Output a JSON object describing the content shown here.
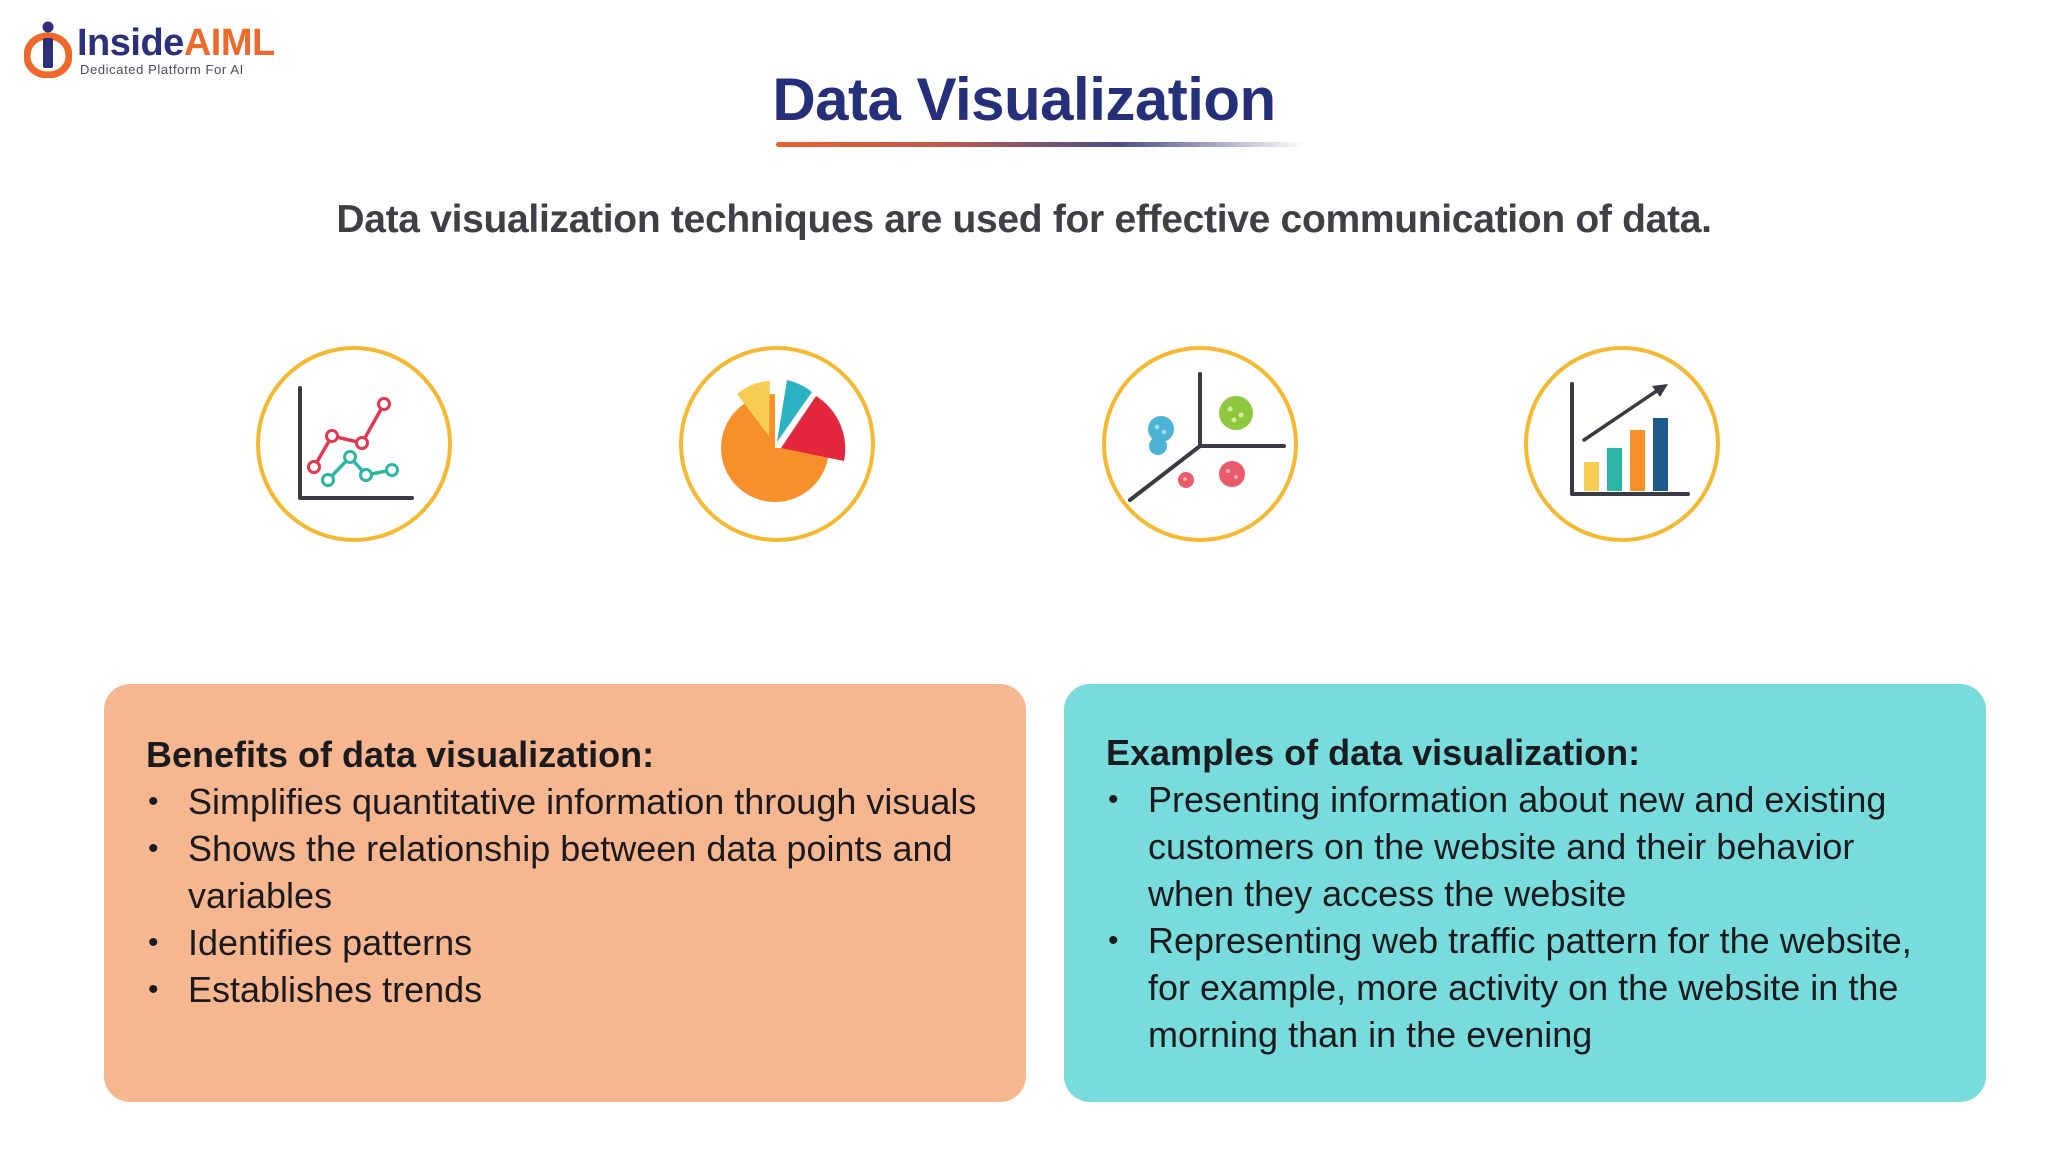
{
  "logo": {
    "brand_first": "Inside",
    "brand_second": "AIML",
    "tagline": "Dedicated Platform For AI"
  },
  "title": "Data Visualization",
  "subtitle": "Data visualization techniques are used for effective communication of data.",
  "icons": [
    {
      "name": "line-chart-icon"
    },
    {
      "name": "pie-chart-icon"
    },
    {
      "name": "scatter-plot-icon"
    },
    {
      "name": "bar-chart-icon"
    }
  ],
  "benefits": {
    "heading": "Benefits of data visualization:",
    "items": [
      "Simplifies quantitative information through visuals",
      "Shows the relationship between data points and variables",
      "Identifies patterns",
      "Establishes trends"
    ]
  },
  "examples": {
    "heading": "Examples of data visualization:",
    "items": [
      "Presenting information about new and existing customers on the website and their behavior when they access the website",
      "Representing web traffic pattern for the website, for example, more activity on the website in the morning than in the evening"
    ]
  },
  "bullet_symbol": "•",
  "colors": {
    "title": "#26307a",
    "brand_navy": "#2b2f7c",
    "brand_orange": "#ef6a2a",
    "icon_ring": "#f5b82e",
    "benefits_card": "#f6b790",
    "examples_card": "#79dcdc"
  }
}
